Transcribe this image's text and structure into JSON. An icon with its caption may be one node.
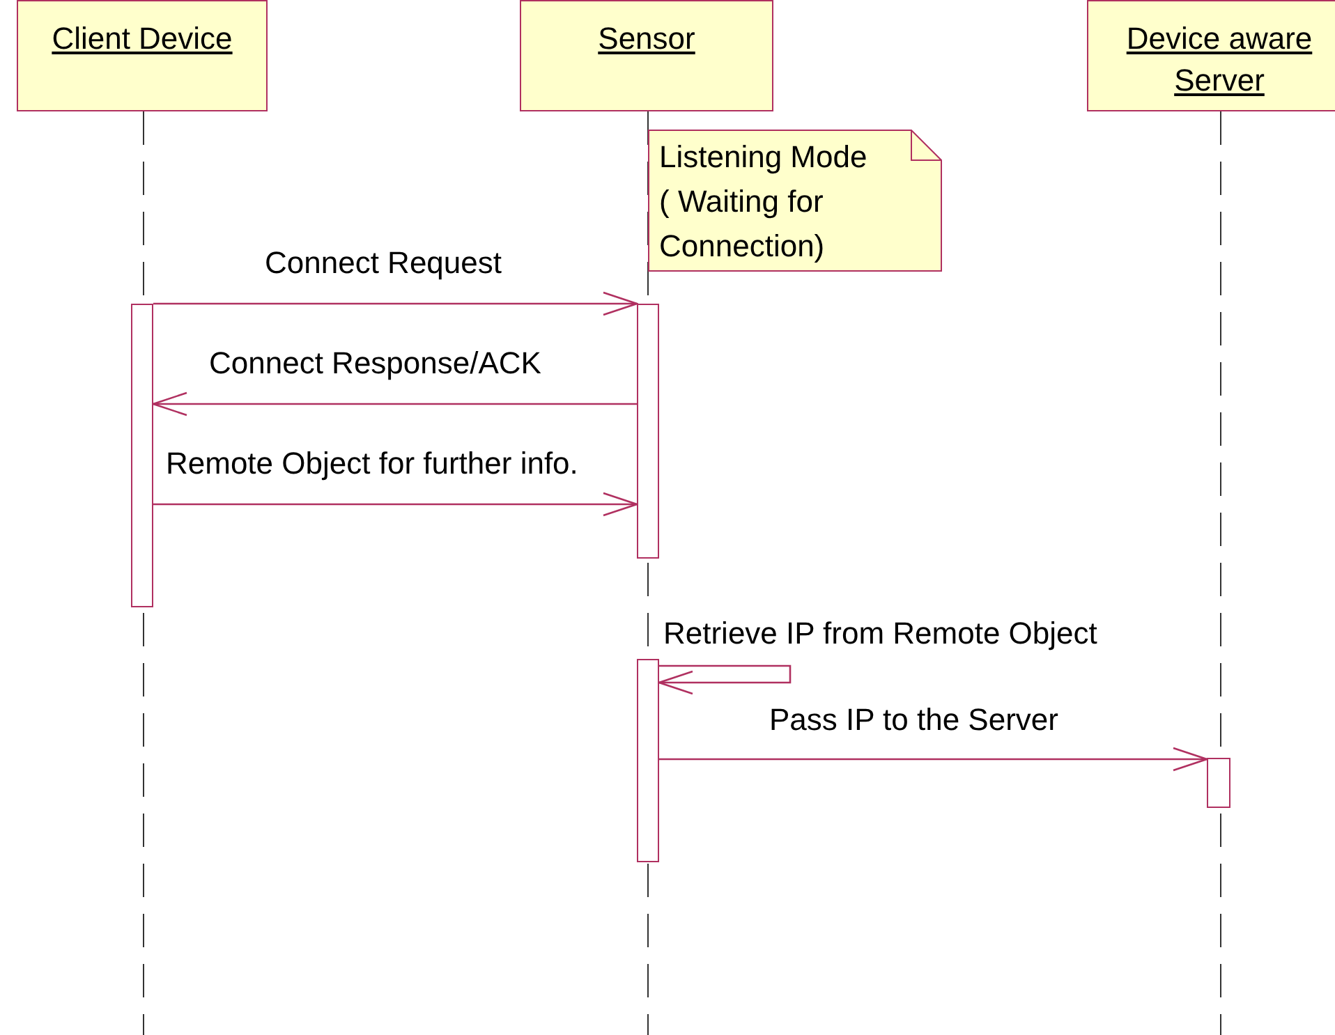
{
  "diagram": {
    "nodes": [
      {
        "text": [
          "Client Device"
        ]
      },
      {
        "text": [
          "Sensor"
        ]
      },
      {
        "text": [
          "Device aware Server"
        ]
      },
      {
        "text": [
          "Listening Mode ( Waiting for Connection)"
        ]
      },
      {
        "text": [],
        "shape": "bar"
      },
      {
        "text": [],
        "shape": "bar"
      },
      {
        "text": [],
        "shape": "bar"
      },
      {
        "text": [],
        "shape": "bar"
      }
    ],
    "edges": [
      {
        "from": 4,
        "to": 5,
        "arrow": "to",
        "label": "Connect Request"
      },
      {
        "from": 5,
        "to": 4,
        "arrow": "to",
        "label": "Connect Response/ACK"
      },
      {
        "from": 4,
        "to": 5,
        "arrow": "to",
        "label": "Remote Object for further info."
      },
      {
        "from": 6,
        "to": 6,
        "arrow": "to",
        "label": "Retrieve IP from Remote Object"
      },
      {
        "from": 6,
        "to": 7,
        "arrow": "to",
        "label": "Pass IP to the Server"
      }
    ]
  }
}
